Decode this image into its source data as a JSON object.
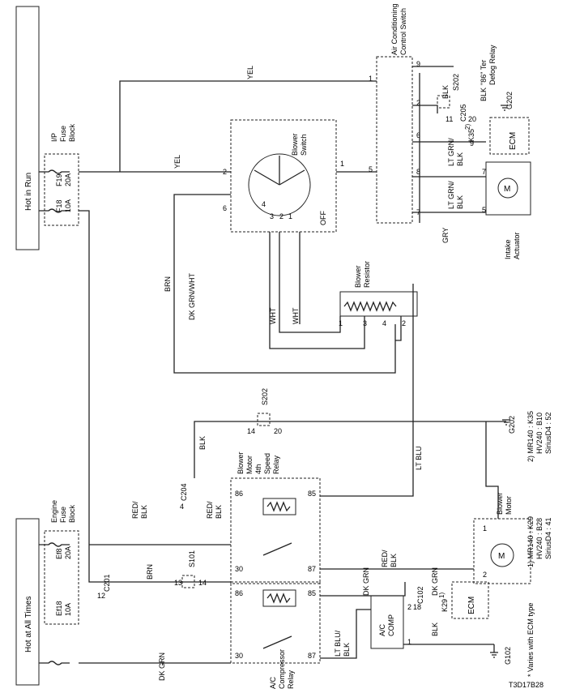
{
  "power": {
    "hot_in_run": "Hot in Run",
    "hot_at_all_times": "Hot at All Times"
  },
  "ip_fuse_block": {
    "label": "I/P Fuse Block",
    "label_line1": "I/P",
    "label_line2": "Fuse",
    "label_line3": "Block",
    "f19": "F19",
    "f19_rating": "20A",
    "f18": "F18",
    "f18_rating": "10A"
  },
  "engine_fuse_block": {
    "label_line1": "Engine",
    "label_line2": "Fuse",
    "label_line3": "Block",
    "ef8": "Ef8",
    "ef8_rating": "20A",
    "ef18": "Ef18",
    "ef18_rating": "10A"
  },
  "ac_control_switch": {
    "label_line1": "Air Conditioning",
    "label_line2": "Control Switch",
    "pins": [
      "9",
      "2",
      "1",
      "6",
      "5",
      "8",
      "7"
    ]
  },
  "blower_switch": {
    "label_line1": "Blower",
    "label_line2": "Switch",
    "off": "OFF",
    "pins": [
      "1",
      "2",
      "4",
      "3",
      "2",
      "1",
      "6"
    ]
  },
  "blower_resistor": {
    "label_line1": "Blower",
    "label_line2": "Resistor",
    "pins": [
      "1",
      "3",
      "4",
      "2"
    ]
  },
  "blower_motor_4th_relay": {
    "label_line1": "Blower",
    "label_line2": "Motor",
    "label_line3": "4th",
    "label_line4": "Speed",
    "label_line5": "Relay",
    "pins": [
      "86",
      "85",
      "30",
      "87"
    ]
  },
  "ac_compressor_relay": {
    "label_line1": "A/C",
    "label_line2": "Compressor",
    "label_line3": "Relay",
    "pins": [
      "86",
      "85",
      "30",
      "87"
    ]
  },
  "blower_motor": {
    "label_line1": "Blower",
    "label_line2": "Motor",
    "pins": [
      "1",
      "2"
    ]
  },
  "intake_actuator": {
    "label_line1": "Intake",
    "label_line2": "Actuator",
    "pins": [
      "7",
      "5"
    ]
  },
  "ac_comp": {
    "label_line1": "A/C",
    "label_line2": "COMP",
    "pins": [
      "2",
      "1"
    ]
  },
  "ecm": {
    "label": "ECM",
    "k35": "K35",
    "k35_sup": "2)",
    "k29": "K29",
    "k29_sup": "1)"
  },
  "defog_relay": {
    "line1": "\"86\" Ter",
    "line2": "Defog Relay"
  },
  "wires": {
    "yel": "YEL",
    "blk": "BLK",
    "brn": "BRN",
    "dk_grn_wht": "DK GRN/WHT",
    "wht": "WHT",
    "gry": "GRY",
    "lt_grn_blk": "LT GRN/ BLK",
    "lt_grn_blk_a": "LT GRN/",
    "lt_grn_blk_b": "BLK",
    "lt_blu": "LT BLU",
    "red_blk": "RED/ BLK",
    "red_blk_a": "RED/",
    "red_blk_b": "BLK",
    "dk_grn": "DK GRN",
    "lt_blu_blk_a": "LT BLU/",
    "lt_blu_blk_b": "BLK"
  },
  "connectors": {
    "c201": "C201",
    "c204": "C204",
    "c205": "C205",
    "c102": "C102",
    "s101": "S101",
    "s202_top": "S202",
    "s202_mid": "S202",
    "g202_top": "G202",
    "g202_mid": "G202",
    "g102": "G102"
  },
  "notes": {
    "varies": "* Varies with ECM type",
    "note1_line1": "1) MR140 : K29",
    "note1_line2": "HV240 : B28",
    "note1_line3": "SiriusD4 : 41",
    "note2_line1": "2) MR140 : K35",
    "note2_line2": "HV240 : B10",
    "note2_line3": "SiriusD4 : 52"
  },
  "figure_id": "T3D17B28"
}
